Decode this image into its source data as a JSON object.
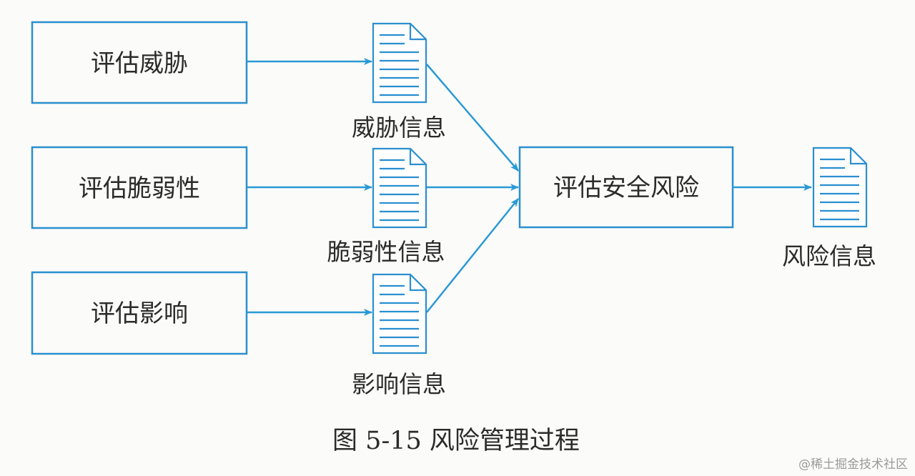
{
  "process_boxes": {
    "assess_threat": "评估威胁",
    "assess_vulnerability": "评估脆弱性",
    "assess_impact": "评估影响",
    "assess_security_risk": "评估安全风险"
  },
  "documents": {
    "threat_info": "威胁信息",
    "vulnerability_info": "脆弱性信息",
    "impact_info": "影响信息",
    "risk_info": "风险信息"
  },
  "caption": "图 5-15 风险管理过程",
  "watermark": "@稀土掘金技术社区",
  "colors": {
    "box_stroke": "#2a8fcf",
    "arrow": "#2a9ad6",
    "text": "#2b2b2b"
  }
}
